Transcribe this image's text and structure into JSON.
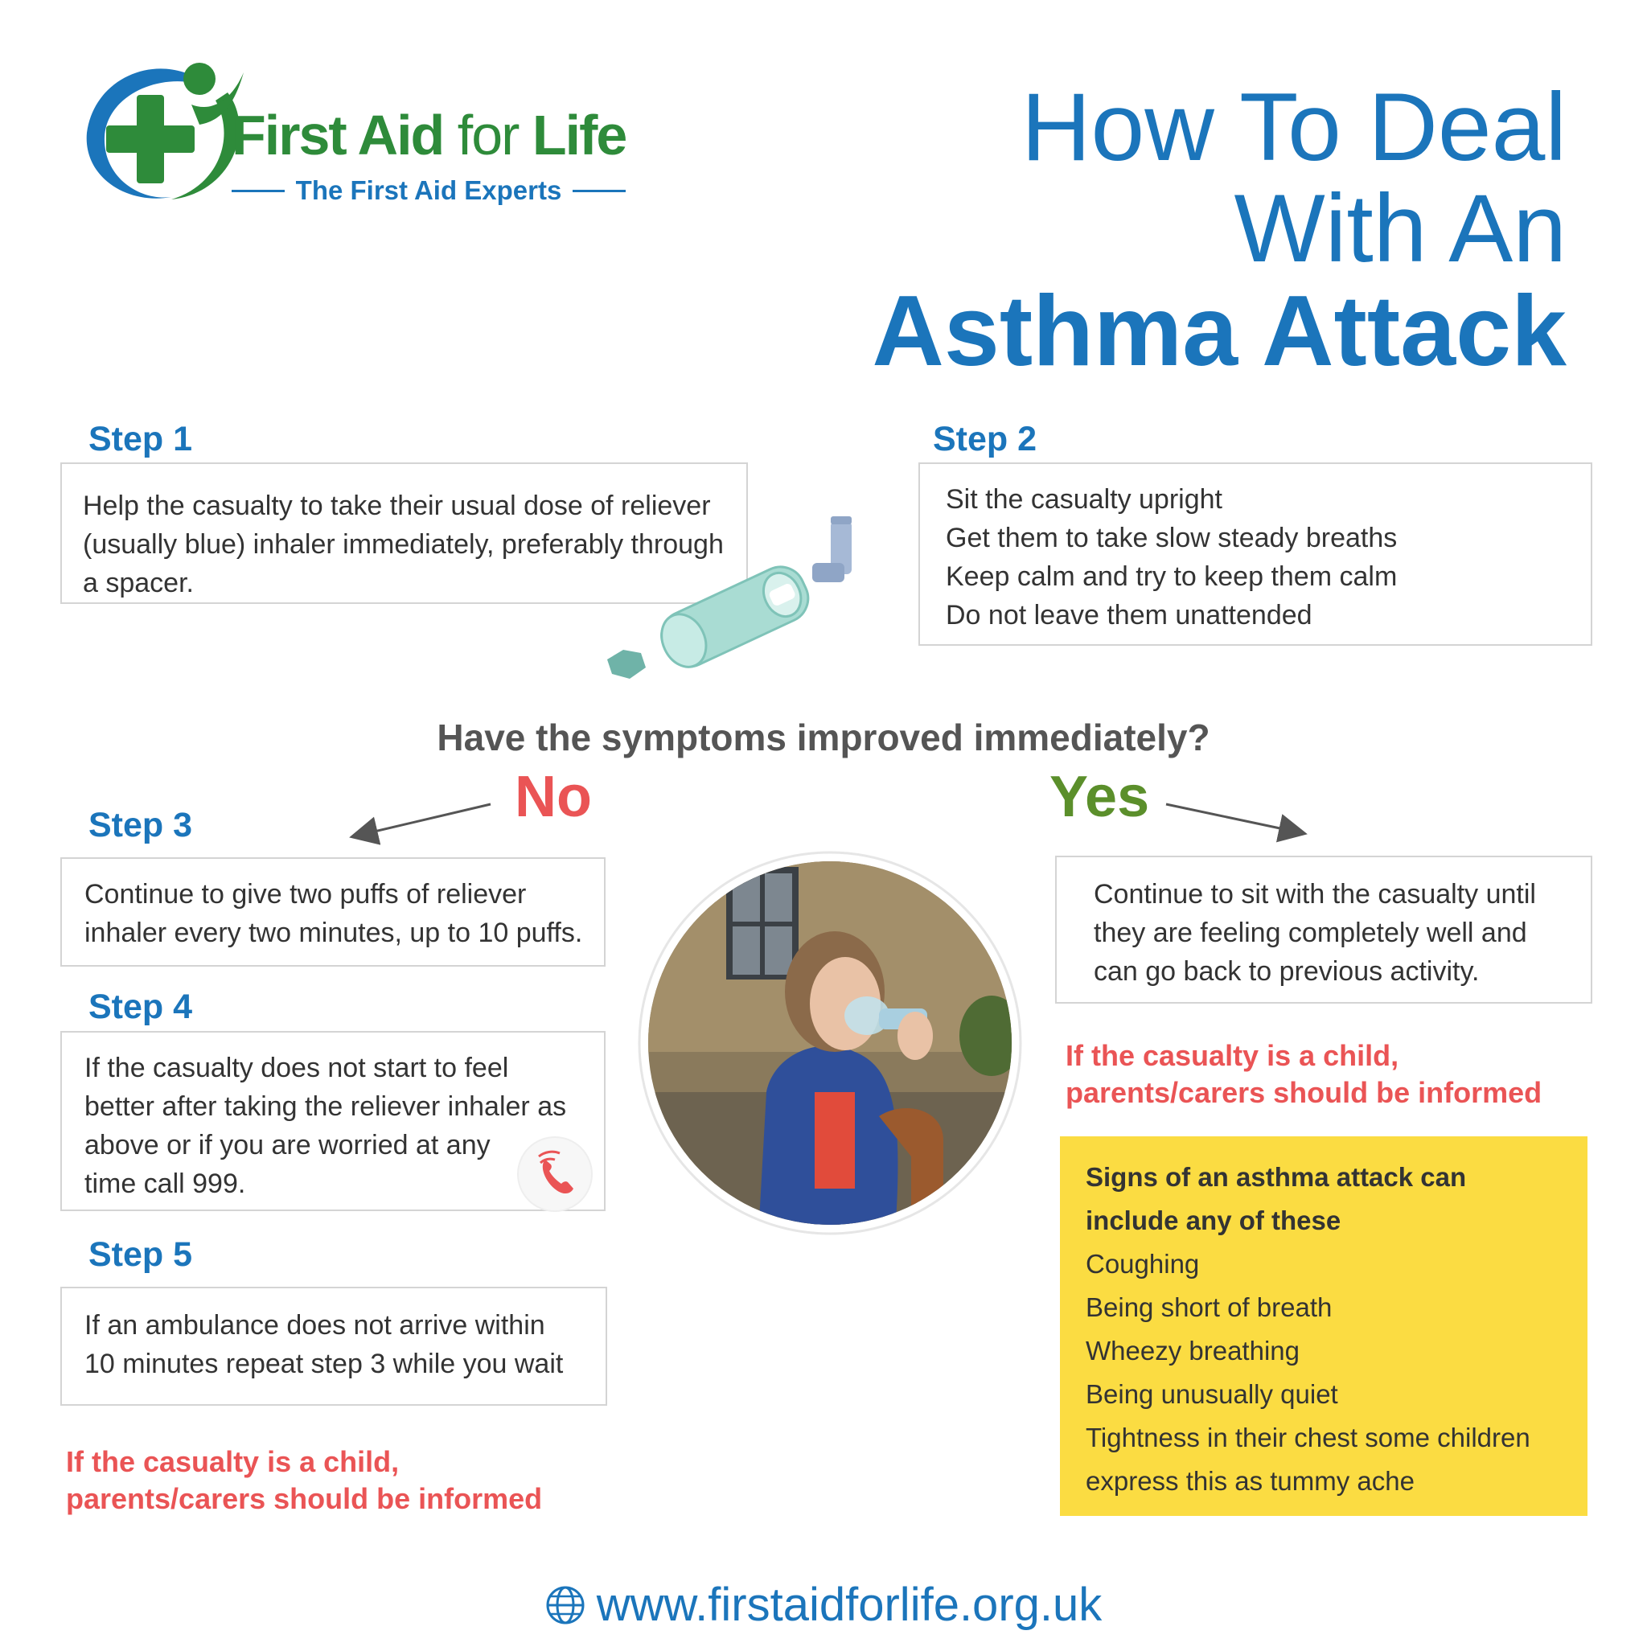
{
  "logo": {
    "name_part1": "First Aid ",
    "name_part2": "for",
    "name_part3": " Life",
    "tagline": "The First Aid Experts",
    "colors": {
      "green": "#2e8b3a",
      "blue": "#1b75bb"
    }
  },
  "title": {
    "line1": "How To Deal",
    "line2": "With An",
    "line3": "Asthma Attack"
  },
  "steps": {
    "step1": {
      "heading": "Step 1",
      "lines": [
        "Help the casualty to take their usual dose of reliever",
        "(usually blue) inhaler immediately, preferably through",
        "a spacer."
      ]
    },
    "step2": {
      "heading": "Step 2",
      "lines": [
        "Sit the casualty upright",
        "Get them to take slow steady breaths",
        "Keep calm and try to keep them calm",
        "Do not leave them unattended"
      ]
    },
    "step3": {
      "heading": "Step 3",
      "lines": [
        "Continue to give two puffs of reliever",
        "inhaler every two minutes, up to 10 puffs."
      ]
    },
    "step4": {
      "heading": "Step 4",
      "lines": [
        "If the casualty does not start to feel",
        "better after taking the reliever inhaler as",
        "above or if you are worried at any",
        "time call 999."
      ]
    },
    "step5": {
      "heading": "Step 5",
      "lines": [
        "If an ambulance does not arrive within",
        "10 minutes repeat step 3 while you wait"
      ]
    }
  },
  "question": "Have the symptoms improved immediately?",
  "answers": {
    "no": "No",
    "yes": "Yes"
  },
  "yes_box": {
    "lines": [
      "Continue to sit with the casualty until",
      "they are feeling completely well and",
      "can go back to previous activity."
    ]
  },
  "child_note": {
    "line1": "If the casualty is a child,",
    "line2": "parents/carers should be informed"
  },
  "signs": {
    "heading_line1": "Signs of an asthma attack can",
    "heading_line2": "include any of these",
    "items": [
      "Coughing",
      "Being short of breath",
      "Wheezy breathing",
      "Being unusually quiet",
      "Tightness in their chest some children",
      "express this as tummy ache"
    ]
  },
  "footer": {
    "url": "www.firstaidforlife.org.uk",
    "icon": "globe-icon"
  },
  "colors": {
    "brand_blue": "#1b75bb",
    "brand_green": "#2e8b3a",
    "alert_red": "#ea5455",
    "yes_green": "#5b8f2b",
    "signs_yellow": "#fbdc42"
  }
}
